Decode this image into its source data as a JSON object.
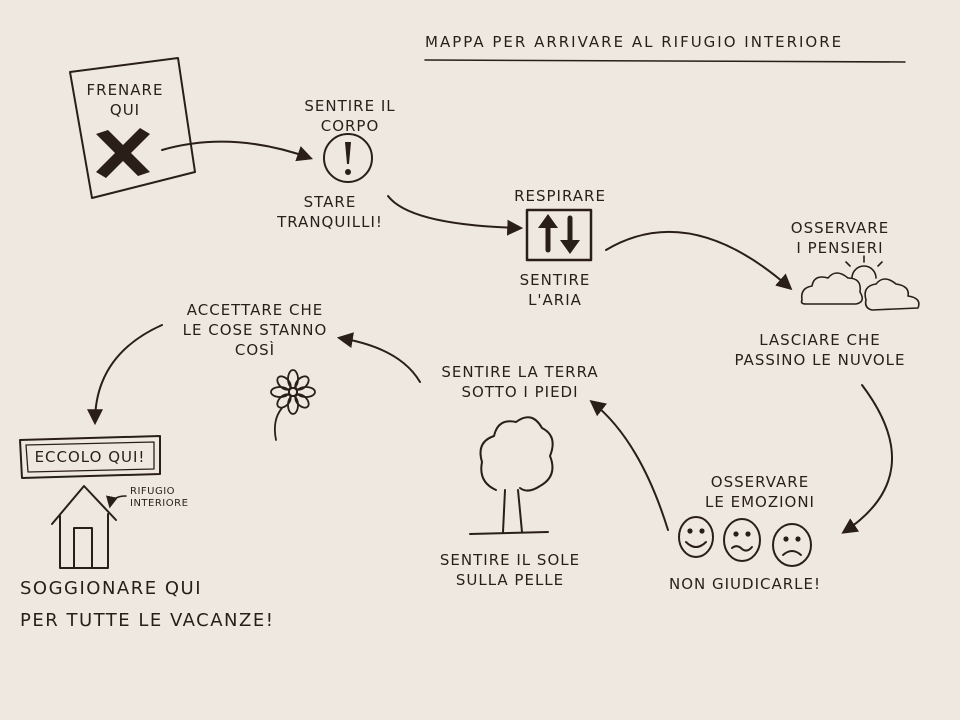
{
  "title": "MAPPA PER ARRIVARE AL RIFUGIO INTERIORE",
  "steps": {
    "frenare": {
      "line1": "FRENARE",
      "line2": "QUI"
    },
    "sentire_corpo": {
      "top1": "SENTIRE IL",
      "top2": "CORPO",
      "bottom1": "STARE",
      "bottom2": "TRANQUILLI!"
    },
    "respirare": {
      "top": "RESPIRARE",
      "bottom1": "SENTIRE",
      "bottom2": "L'ARIA"
    },
    "pensieri": {
      "top1": "OSSERVARE",
      "top2": "I PENSIERI",
      "bottom1": "LASCIARE CHE",
      "bottom2": "PASSINO LE NUVOLE"
    },
    "emozioni": {
      "top1": "OSSERVARE",
      "top2": "LE EMOZIONI",
      "bottom": "NON GIUDICARLE!"
    },
    "sole": {
      "line1": "SENTIRE IL SOLE",
      "line2": "SULLA PELLE"
    },
    "terra": {
      "line1": "SENTIRE LA TERRA",
      "line2": "SOTTO I PIEDI"
    },
    "accettare": {
      "line1": "ACCETTARE CHE",
      "line2": "LE COSE STANNO",
      "line3": "COSÌ"
    },
    "rifugio": {
      "sign": "ECCOLO QUI!",
      "label1": "RIFUGIO",
      "label2": "INTERIORE",
      "line1": "SOGGIONARE QUI",
      "line2": "PER TUTTE LE VACANZE!"
    }
  },
  "icons": [
    "cross-icon",
    "exclamation-icon",
    "up-down-arrows-icon",
    "cloud-sun-icon",
    "smiley-faces-icon",
    "tree-icon",
    "flower-icon",
    "house-icon"
  ]
}
